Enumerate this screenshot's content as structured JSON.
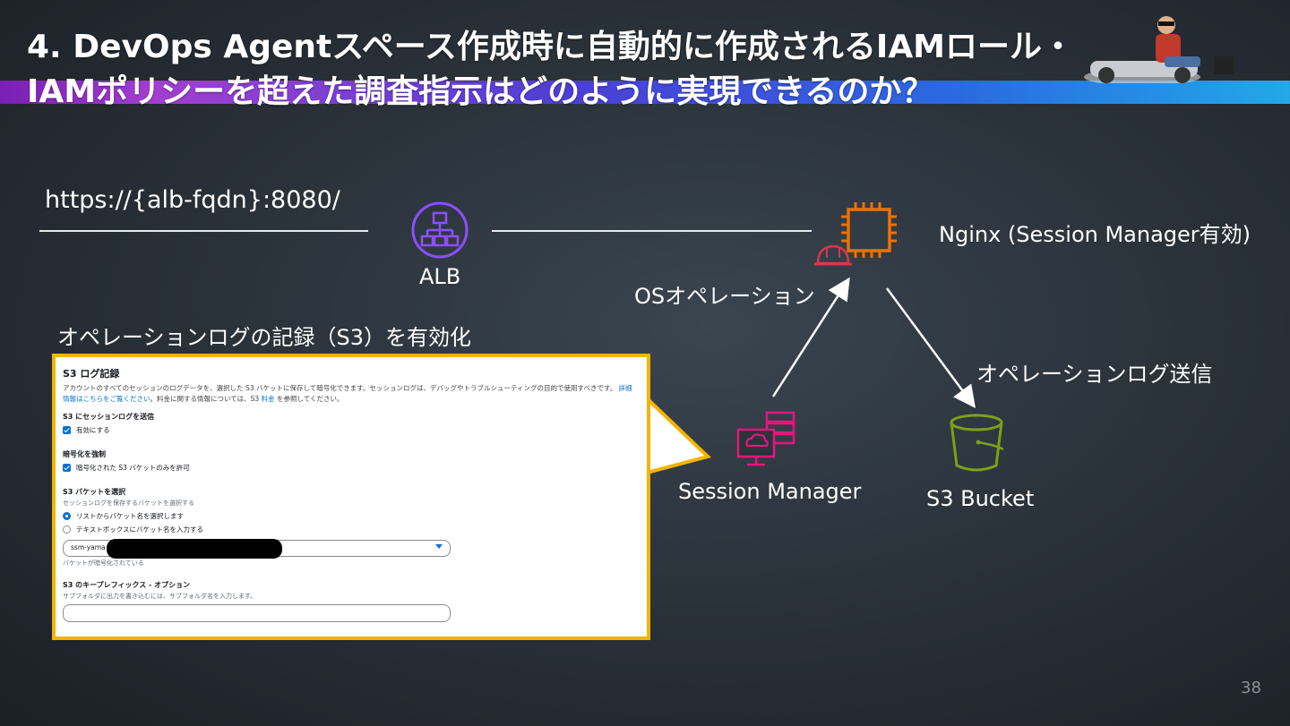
{
  "slide": {
    "title_line1": "4. DevOps Agentスペース作成時に自動的に作成されるIAMロール・",
    "title_line2": "IAMポリシーを超えた調査指示はどのように実現できるのか？",
    "page_number": "38"
  },
  "diagram": {
    "url": "https://{alb-fqdn}:8080/",
    "alb_label": "ALB",
    "nginx_label": "Nginx (Session Manager有効)",
    "os_operation_label": "OSオペレーション",
    "oplog_send_label": "オペレーションログ送信",
    "session_manager_label": "Session Manager",
    "s3_bucket_label": "S3 Bucket",
    "enable_s3_label": "オペレーションログの記録（S3）を有効化"
  },
  "console": {
    "heading": "S3 ログ記録",
    "desc_part1": "アカウントのすべてのセッションのログデータを、選択した S3 バケットに保存して暗号化できます。セッションログは、デバッグやトラブルシューティングの目的で使用すべきです。",
    "desc_link1": "詳細情報はこちらをご覧ください",
    "desc_part2": "。料金に関する情報については、S3",
    "desc_link2": "料金",
    "desc_part3": "を参照してください。",
    "send_logs_label": "S3 にセッションログを送信",
    "enable_label": "有効にする",
    "enforce_enc_label": "暗号化を強制",
    "allow_encrypted_label": "暗号化された S3 バケットのみを許可",
    "choose_bucket_label": "S3 バケットを選択",
    "choose_bucket_desc": "セッションログを保存するバケットを選択する",
    "radio_list_label": "リストからバケット名を選択します",
    "radio_text_label": "テキストボックスにバケット名を入力する",
    "bucket_value": "ssm-yama",
    "bucket_encrypted_note": "バケットが暗号化されている",
    "prefix_label": "S3 のキープレフィックス - オプション",
    "prefix_desc": "サブフォルダに出力を書き込むには、サブフォルダ名を入力します。"
  },
  "colors": {
    "alb_purple": "#8c4fff",
    "ec2_orange": "#ed7100",
    "nginx_red": "#dd344c",
    "session_manager_pink": "#e7157b",
    "s3_green": "#7aa116",
    "callout_yellow": "#f2b400"
  },
  "icons": [
    "alb-icon",
    "ec2-chip-icon",
    "nginx-helmet-icon",
    "session-manager-icon",
    "s3-bucket-icon"
  ]
}
